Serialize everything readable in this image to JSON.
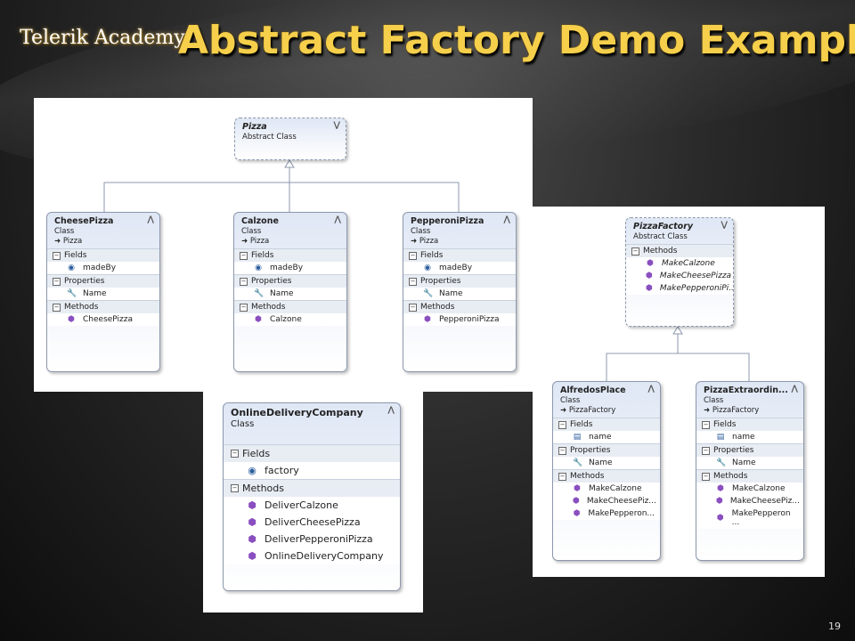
{
  "slide": {
    "logo_text": "Telerik Academy",
    "title": "Abstract Factory Demo Example",
    "page_number": "19"
  },
  "pizza": {
    "name": "Pizza",
    "kind": "Abstract Class"
  },
  "cheese": {
    "name": "CheesePizza",
    "kind": "Class",
    "base": "Pizza",
    "fields_header": "Fields",
    "field1": "madeBy",
    "props_header": "Properties",
    "prop1": "Name",
    "methods_header": "Methods",
    "method1": "CheesePizza"
  },
  "calzone": {
    "name": "Calzone",
    "kind": "Class",
    "base": "Pizza",
    "fields_header": "Fields",
    "field1": "madeBy",
    "props_header": "Properties",
    "prop1": "Name",
    "methods_header": "Methods",
    "method1": "Calzone"
  },
  "pepperoni": {
    "name": "PepperoniPizza",
    "kind": "Class",
    "base": "Pizza",
    "fields_header": "Fields",
    "field1": "madeBy",
    "props_header": "Properties",
    "prop1": "Name",
    "methods_header": "Methods",
    "method1": "PepperoniPizza"
  },
  "online": {
    "name": "OnlineDeliveryCompany",
    "kind": "Class",
    "fields_header": "Fields",
    "field1": "factory",
    "methods_header": "Methods",
    "method1": "DeliverCalzone",
    "method2": "DeliverCheesePizza",
    "method3": "DeliverPepperoniPizza",
    "method4": "OnlineDeliveryCompany"
  },
  "factory": {
    "name": "PizzaFactory",
    "kind": "Abstract Class",
    "methods_header": "Methods",
    "method1": "MakeCalzone",
    "method2": "MakeCheesePizza",
    "method3": "MakePepperoniPi..."
  },
  "alfredo": {
    "name": "AlfredosPlace",
    "kind": "Class",
    "base": "PizzaFactory",
    "fields_header": "Fields",
    "field1": "name",
    "props_header": "Properties",
    "prop1": "Name",
    "methods_header": "Methods",
    "method1": "MakeCalzone",
    "method2": "MakeCheesePiz...",
    "method3": "MakePepperon..."
  },
  "extra": {
    "name": "PizzaExtraordin...",
    "kind": "Class",
    "base": "PizzaFactory",
    "fields_header": "Fields",
    "field1": "name",
    "props_header": "Properties",
    "prop1": "Name",
    "methods_header": "Methods",
    "method1": "MakeCalzone",
    "method2": "MakeCheesePiz...",
    "method3": "MakePepperon ..."
  },
  "colors": {
    "title": "#f6cf4b",
    "box_border": "#8c98ad",
    "method_icon": "#8a4fbf",
    "field_icon": "#2c5e9e"
  },
  "icons": {
    "collapse": "chevron-up-icon",
    "field": "field-icon",
    "property": "wrench-icon",
    "method": "method-cube-icon",
    "inherit": "inheritance-arrow-icon"
  }
}
